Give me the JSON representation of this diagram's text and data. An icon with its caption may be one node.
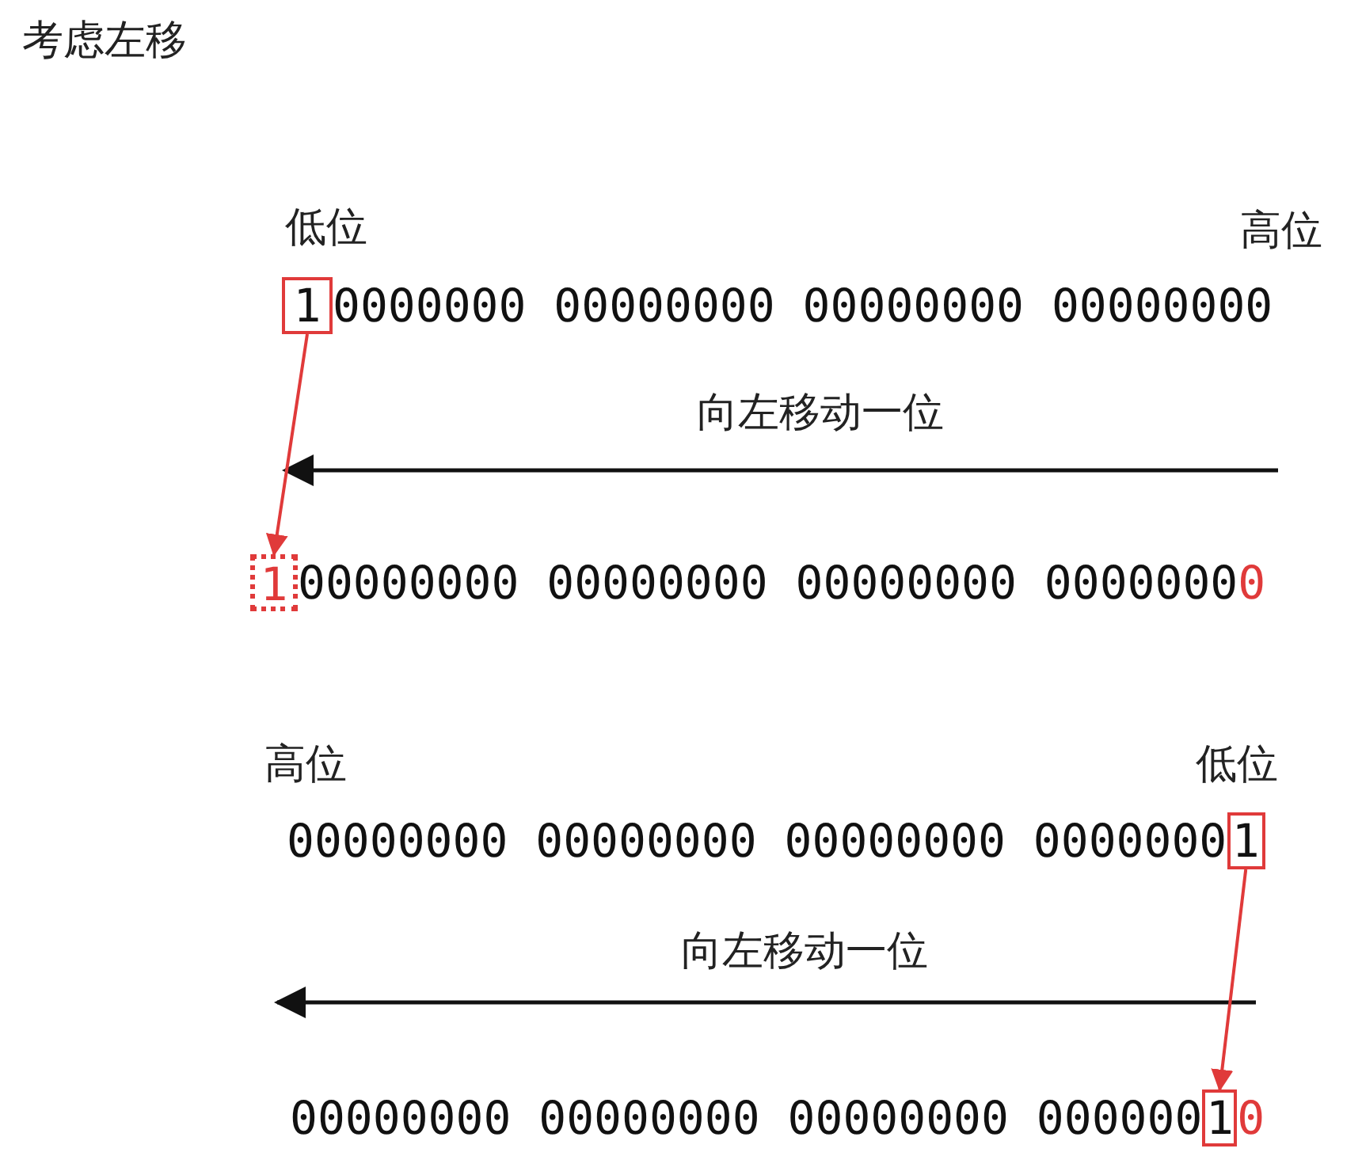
{
  "diagram": {
    "title": "考虑左移",
    "nodes": [
      {
        "text": [
          "1"
        ]
      },
      {
        "text": [
          "1"
        ]
      },
      {
        "text": [
          "1"
        ]
      },
      {
        "text": [
          "1"
        ]
      }
    ],
    "edges": [
      {
        "from": 0,
        "to": 1,
        "arrow": "to"
      },
      {
        "from": 2,
        "to": 3,
        "arrow": "to"
      }
    ],
    "labels": [
      "低位",
      "高位",
      "0000000 00000000 00000000 00000000",
      "向左移动一位",
      "00000000 00000000 00000000 0000000",
      "0",
      "高位",
      "低位",
      "00000000 00000000 00000000 0000000",
      "向左移动一位",
      "00000000 00000000 00000000 000000",
      "0"
    ]
  }
}
